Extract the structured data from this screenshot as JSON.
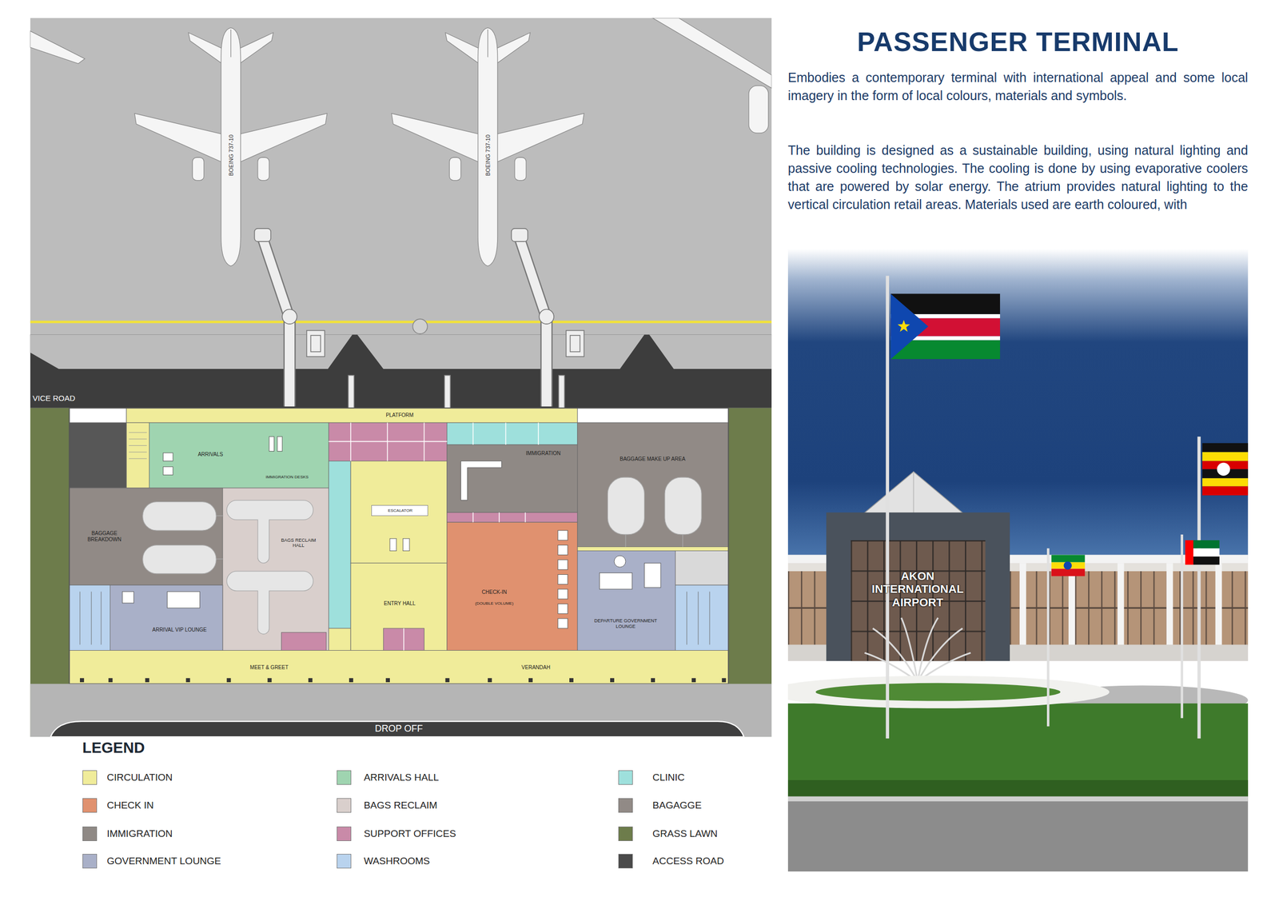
{
  "diagram": {
    "title": "PASSENGER TERMINAL",
    "nodes": [
      {
        "text": [
          "PLATFORM"
        ]
      },
      {
        "text": [
          "ARRIVALS",
          "IMMIGRATION DESKS"
        ]
      },
      {
        "text": [
          "BAGGAGE BREAKDOWN"
        ]
      },
      {
        "text": [
          "BAGS RECLAIM HALL"
        ]
      },
      {
        "text": [
          "ESCALATOR"
        ]
      },
      {
        "text": [
          "IMMIGRATION"
        ]
      },
      {
        "text": [
          "BAGGAGE MAKE UP AREA"
        ]
      },
      {
        "text": [
          "ARRIVAL VIP LOUNGE"
        ]
      },
      {
        "text": [
          "ENTRY HALL"
        ]
      },
      {
        "text": [
          "CHECK-IN",
          "(DOUBLE VOLUME)"
        ]
      },
      {
        "text": [
          "DEPARTURE GOVERNMENT LOUNGE"
        ]
      },
      {
        "text": [
          "MEET & GREET",
          "VERANDAH"
        ]
      }
    ],
    "labels": [
      "VICE ROAD",
      "BOEING 737-10",
      "BOEING 737-10",
      "DROP OFF",
      "LEGEND",
      "Embodies a contemporary terminal with international appeal and some local imagery in the form of local colours, materials and symbols.",
      "The building is designed as a sustainable building, using natural lighting and passive cooling technologies. The cooling is done by using evaporative coolers that are powered by solar energy. The atrium provides natural lighting to the vertical circulation retail areas. Materials used are earth coloured, with",
      "AKON INTERNATIONAL AIRPORT"
    ],
    "legend": [
      {
        "text": "CIRCULATION",
        "color": "#f0ec9a"
      },
      {
        "text": "CHECK IN",
        "color": "#e0916f"
      },
      {
        "text": "IMMIGRATION",
        "color": "#8f8985"
      },
      {
        "text": "GOVERNMENT LOUNGE",
        "color": "#a9b0c8"
      },
      {
        "text": "ARRIVALS HALL",
        "color": "#9fd4b0"
      },
      {
        "text": "BAGS RECLAIM",
        "color": "#d9cfcc"
      },
      {
        "text": "SUPPORT OFFICES",
        "color": "#c98aa8"
      },
      {
        "text": "WASHROOMS",
        "color": "#b9d3ee"
      },
      {
        "text": "CLINIC",
        "color": "#9ee0dc"
      },
      {
        "text": "BAGAGGE",
        "color": "#918a86"
      },
      {
        "text": "GRASS LAWN",
        "color": "#6d7c4b"
      },
      {
        "text": "ACCESS ROAD",
        "color": "#4a4a4a"
      }
    ]
  }
}
